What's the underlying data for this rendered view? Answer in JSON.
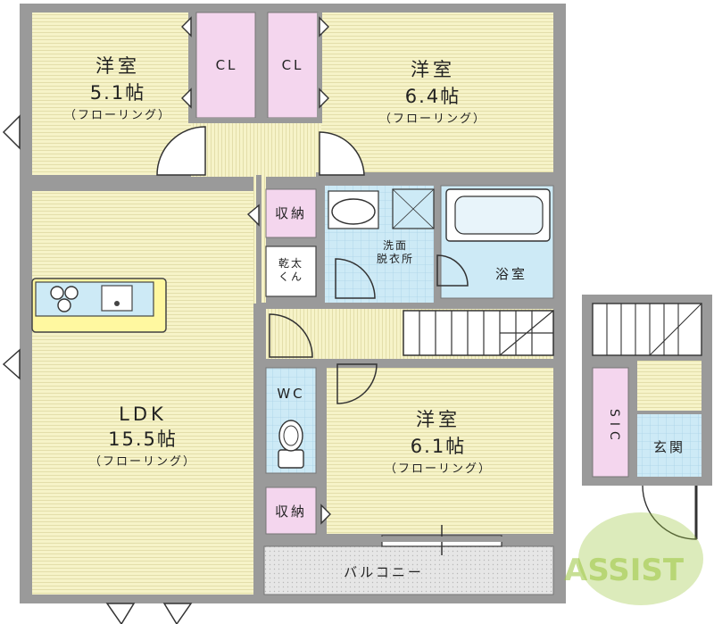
{
  "rooms": {
    "western_1": {
      "name": "洋室",
      "size": "5.1帖",
      "floor": "（フローリング）"
    },
    "western_2": {
      "name": "洋室",
      "size": "6.4帖",
      "floor": "（フローリング）"
    },
    "western_3": {
      "name": "洋室",
      "size": "6.1帖",
      "floor": "（フローリング）"
    },
    "ldk": {
      "name": "LDK",
      "size": "15.5帖",
      "floor": "（フローリング）"
    },
    "closet_1": "CL",
    "closet_2": "CL",
    "storage_1": "収納",
    "storage_2": "収納",
    "dryer_line1": "乾太",
    "dryer_line2": "くん",
    "washroom_line1": "洗面",
    "washroom_line2": "脱衣所",
    "bath": "浴室",
    "wc": "WC",
    "sic": "SIC",
    "entrance": "玄関",
    "balcony": "バルコニー"
  },
  "watermark": {
    "text": "ASSIST",
    "color": "#9bc53d"
  },
  "colors": {
    "flooring": "#f5f2c4",
    "wet_area": "#cdeaf6",
    "closet": "#f4d6ee",
    "balcony": "#dedede",
    "wall": "#9a9a9a"
  }
}
